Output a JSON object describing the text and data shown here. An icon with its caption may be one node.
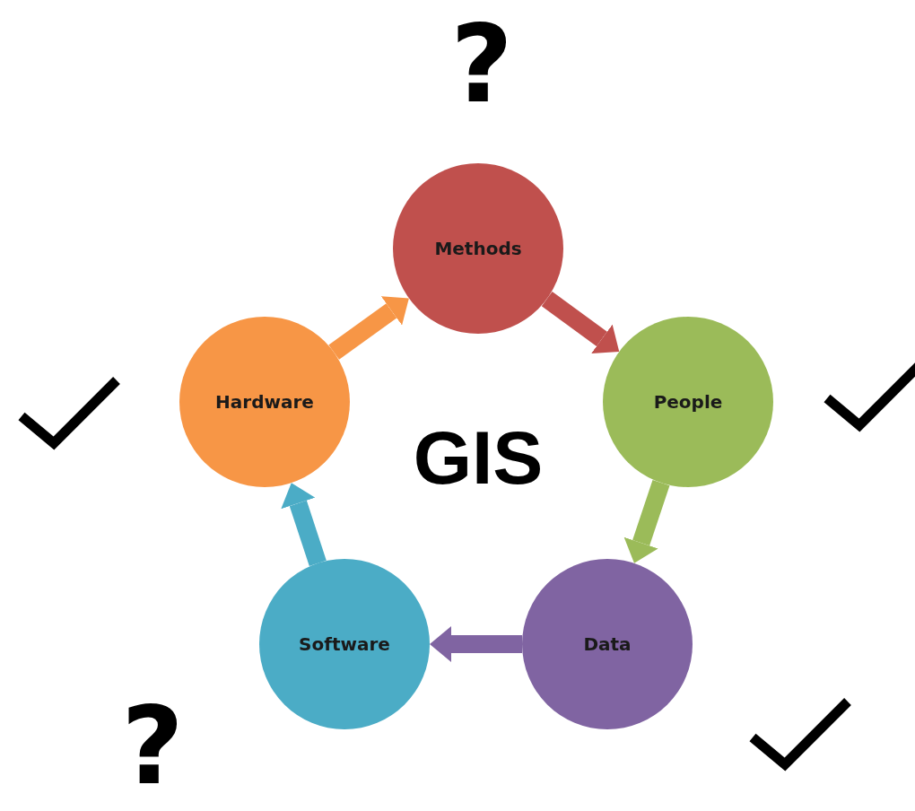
{
  "diagram": {
    "nodes": [
      {
        "text": [
          "Methods"
        ]
      },
      {
        "text": [
          "People"
        ]
      },
      {
        "text": [
          "Data"
        ]
      },
      {
        "text": [
          "Software"
        ]
      },
      {
        "text": [
          "Hardware"
        ]
      }
    ],
    "edges": [
      {
        "from": 0,
        "to": 1,
        "arrow": "to",
        "color": "#c0504d"
      },
      {
        "from": 1,
        "to": 2,
        "arrow": "to",
        "color": "#9bbb59"
      },
      {
        "from": 2,
        "to": 3,
        "arrow": "to",
        "color": "#8064a2"
      },
      {
        "from": 3,
        "to": 4,
        "arrow": "to",
        "color": "#4bacc6"
      },
      {
        "from": 4,
        "to": 0,
        "arrow": "to",
        "color": "#f79646"
      }
    ],
    "labels": [
      "?",
      "GIS",
      "?"
    ]
  }
}
